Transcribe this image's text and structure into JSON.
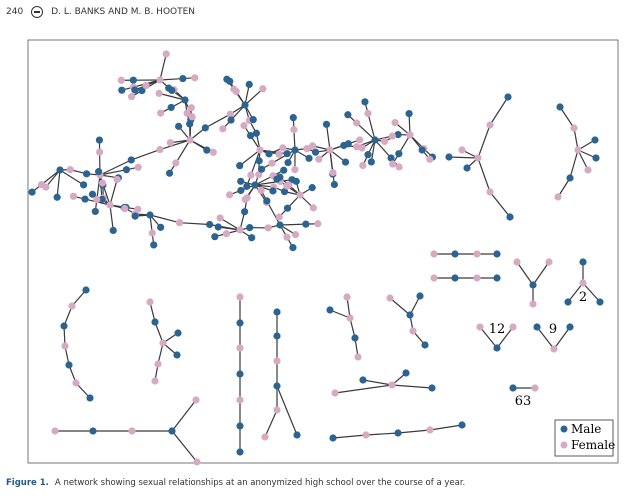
{
  "header": {
    "page_number": "240",
    "authors": "D. L. BANKS AND M. B. HOOTEN"
  },
  "figure": {
    "colors": {
      "male": "#2b6391",
      "female": "#d6aac2",
      "edge": "#3a3a3a"
    },
    "legend": {
      "male": "Male",
      "female": "Female"
    },
    "component_labels": {
      "a": "2",
      "b": "12",
      "c": "9",
      "d": "63"
    }
  },
  "caption": {
    "label": "Figure 1.",
    "text": "A network showing sexual relationships at an anonymized high school over the course of a year."
  }
}
